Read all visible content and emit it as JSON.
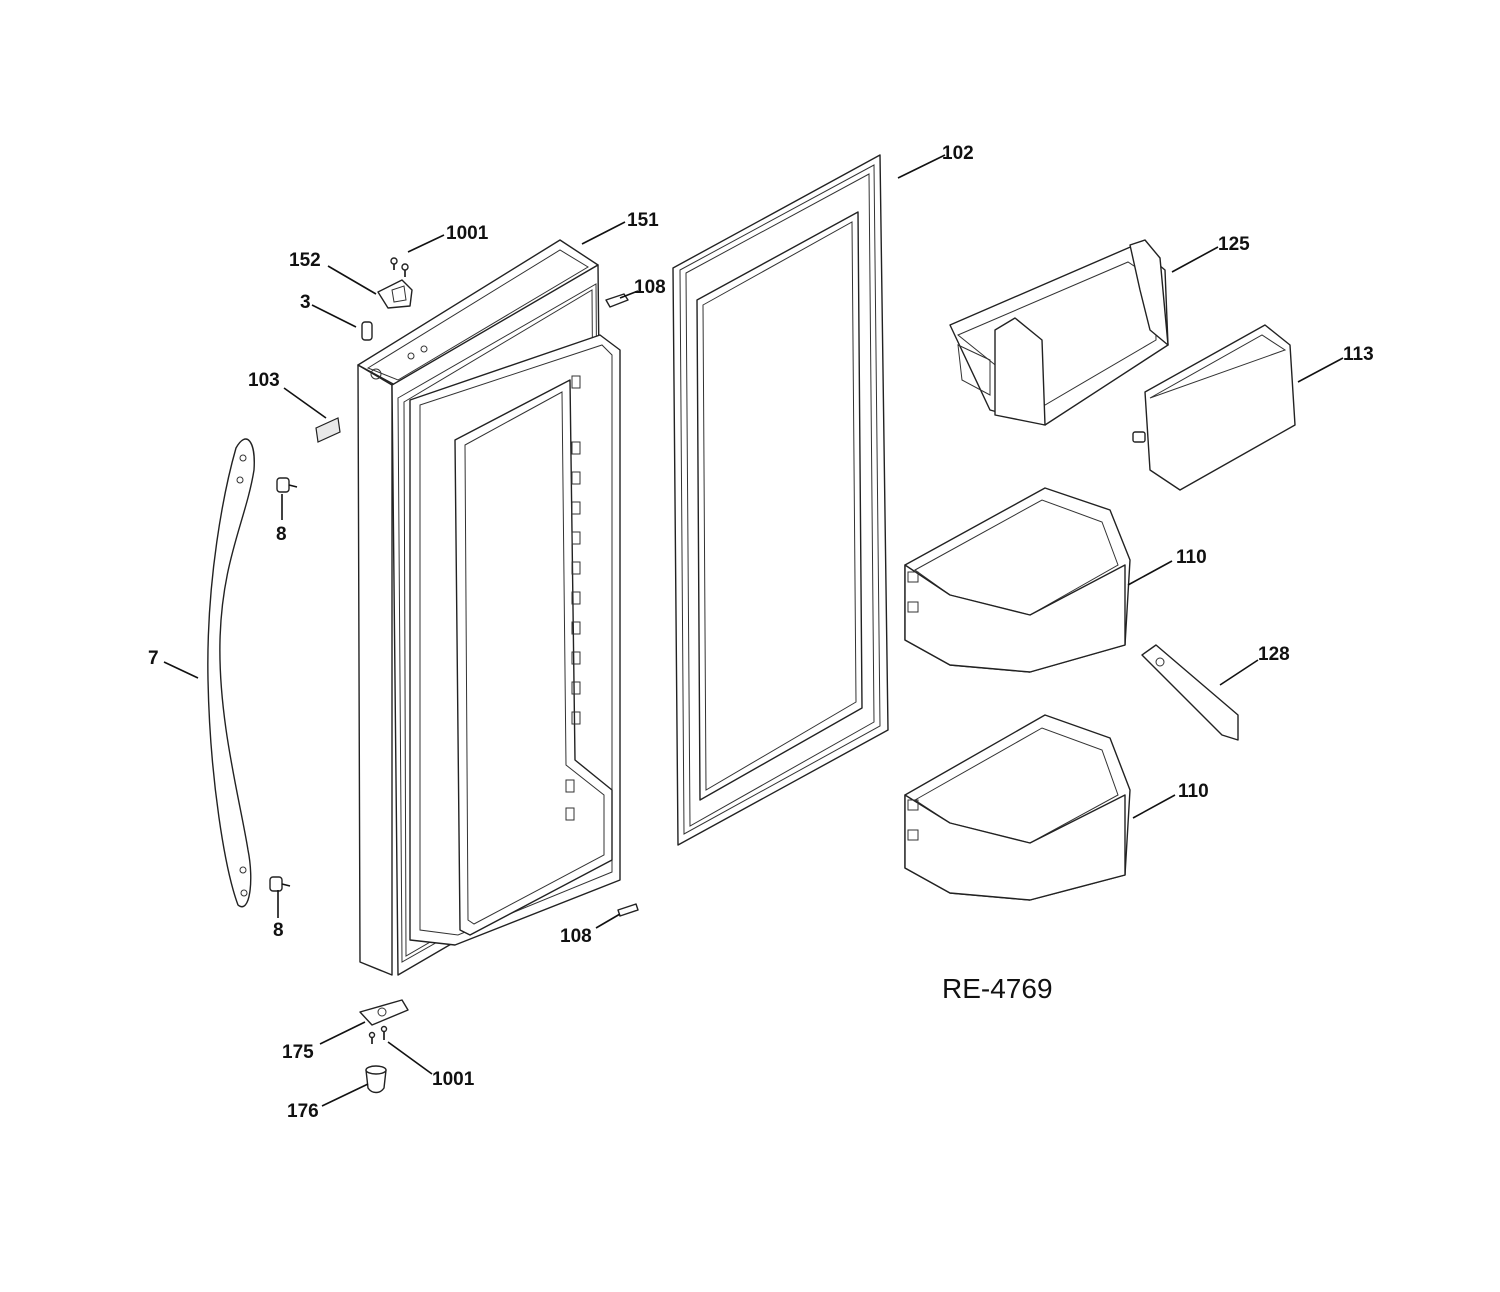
{
  "diagram_ref": "RE-4769",
  "callouts": {
    "c102": "102",
    "c151": "151",
    "c1001_top": "1001",
    "c152": "152",
    "c3": "3",
    "c108_top": "108",
    "c103": "103",
    "c8_top": "8",
    "c7": "7",
    "c8_bottom": "8",
    "c108_bottom": "108",
    "c175": "175",
    "c1001_bottom": "1001",
    "c176": "176",
    "c125": "125",
    "c113": "113",
    "c110_top": "110",
    "c128": "128",
    "c110_bottom": "110"
  }
}
